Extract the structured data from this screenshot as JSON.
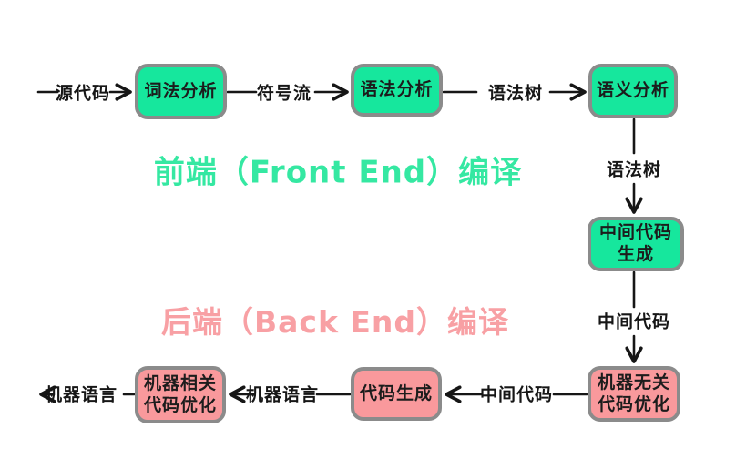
{
  "diagram": {
    "type": "flowchart",
    "subject": "compiler-pipeline",
    "titles": {
      "front_end": "前端（Front End）编译",
      "back_end": "后端（Back End）编译"
    },
    "nodes": {
      "lexical_analysis": "词法分析",
      "syntax_analysis": "语法分析",
      "semantic_analysis": "语义分析",
      "ir_generation": "中间代码\n生成",
      "machine_independent_optimization": "机器无关\n代码优化",
      "code_generation": "代码生成",
      "machine_dependent_optimization": "机器相关\n代码优化"
    },
    "edge_labels": {
      "source_code": "源代码",
      "token_stream": "符号流",
      "syntax_tree_top": "语法树",
      "syntax_tree_right": "语法树",
      "intermediate_code_right": "中间代码",
      "intermediate_code_bottom": "中间代码",
      "machine_language_mid": "机器语言",
      "machine_language_out": "机器语言"
    },
    "flow": [
      "源代码 → 词法分析 → 符号流 → 语法分析 → 语法树 → 语义分析 → 语法树 → 中间代码生成 → 中间代码 → 机器无关代码优化 → 中间代码 → 代码生成 → 机器语言 → 机器相关代码优化 → 机器语言"
    ],
    "colors": {
      "front_end_node_fill": "#16e79d",
      "back_end_node_fill": "#f9999c",
      "node_border": "#8b8b8b",
      "front_end_title": "#35e8a2",
      "back_end_title": "#f8a0a4",
      "line": "#161616",
      "text": "#1c1c1c",
      "background": "#ffffff"
    }
  }
}
